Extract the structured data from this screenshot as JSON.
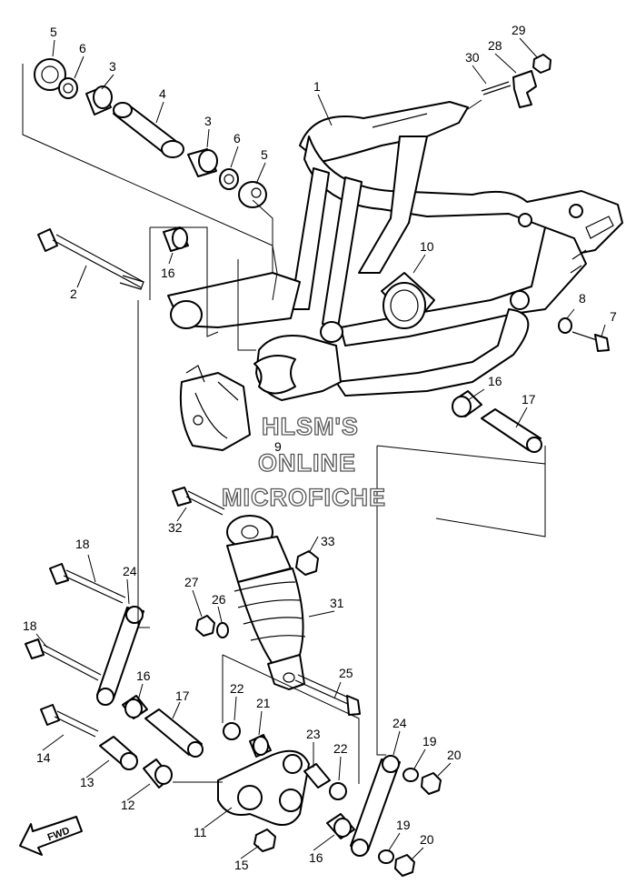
{
  "watermark": {
    "line1": "HLSM'S",
    "line2": "ONLINE",
    "line3": "MICROFICHE"
  },
  "direction_badge": {
    "label": "FWD"
  },
  "callouts": [
    "5",
    "6",
    "3",
    "4",
    "3",
    "6",
    "5",
    "1",
    "30",
    "28",
    "29",
    "16",
    "2",
    "10",
    "8",
    "7",
    "16",
    "17",
    "9",
    "32",
    "33",
    "18",
    "24",
    "27",
    "26",
    "31",
    "18",
    "16",
    "17",
    "22",
    "21",
    "25",
    "23",
    "22",
    "24",
    "19",
    "20",
    "14",
    "13",
    "12",
    "11",
    "15",
    "16",
    "19",
    "20"
  ]
}
